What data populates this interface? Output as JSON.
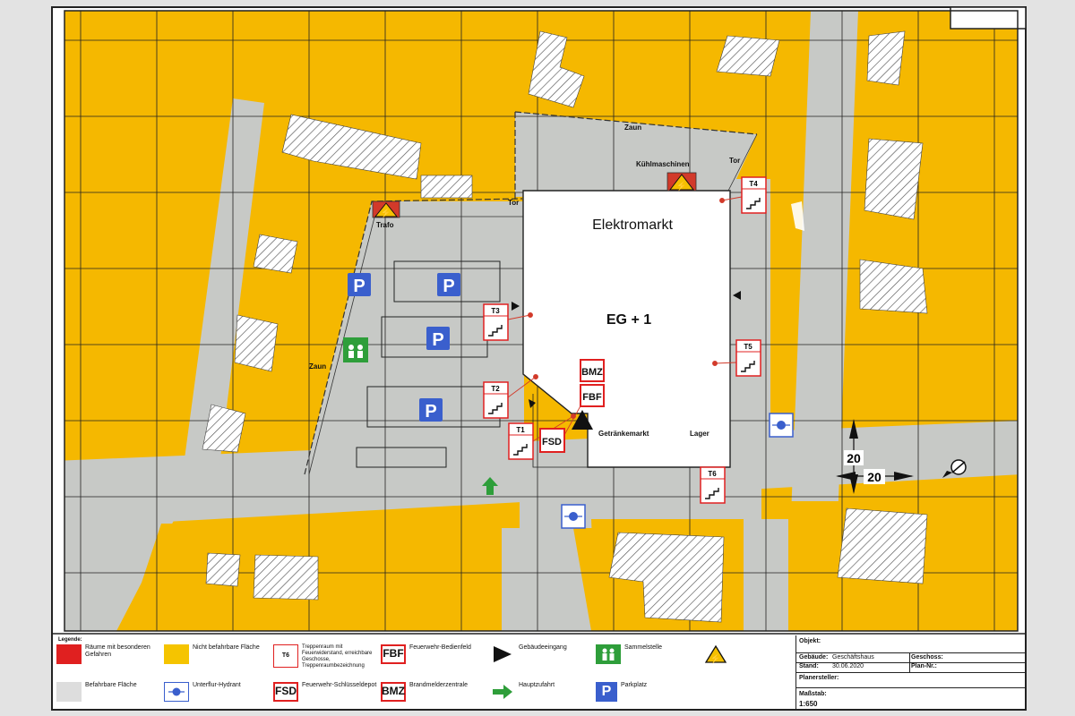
{
  "map": {
    "building_title": "Elektromarkt",
    "building_floors": "EG + 1",
    "sub_getraenke": "Getränkemarkt",
    "sub_lager": "Lager",
    "lbl_zaun_top": "Zaun",
    "lbl_zaun_left": "Zaun",
    "lbl_tor_left": "Tor",
    "lbl_tor_right": "Tor",
    "lbl_kuehl": "Kühlmaschinen",
    "lbl_trafo": "Trafo",
    "stair_t1": "T1",
    "stair_t2": "T2",
    "stair_t3": "T3",
    "stair_t4": "T4",
    "stair_t5": "T5",
    "stair_t6": "T6",
    "bmz": "BMZ",
    "fbf": "FBF",
    "fsd": "FSD",
    "parking": "P",
    "scale_bar_v": "20",
    "scale_bar_h": "20"
  },
  "legend": {
    "title": "Legende:",
    "items": {
      "besondere": "Räume mit besonderen Gefahren",
      "nicht_befahrbar": "Nicht befahrbare Fläche",
      "treppenraum": "Treppenraum mit Feuerwiderstand, erreichbare Geschosse, Treppenraumbezeichnung",
      "treppen_sym_top": "T6",
      "fbf_label": "Feuerwehr-Bedienfeld",
      "fbf_sym": "FBF",
      "eingang": "Gebäudeeingang",
      "sammel": "Sammelstelle",
      "befahrbar": "Befahrbare Fläche",
      "hydrant": "Unterflur-Hydrant",
      "fsd_label": "Feuerwehr-Schlüsseldepot",
      "fsd_sym": "FSD",
      "bmz_label": "Brandmelderzentrale",
      "bmz_sym": "BMZ",
      "zufahrt": "Hauptzufahrt",
      "parkplatz": "Parkplatz",
      "parkplatz_sym": "P"
    }
  },
  "info": {
    "objekt_k": "Objekt:",
    "gebaeude_k": "Gebäude:",
    "gebaeude_v": "Geschäftshaus",
    "geschoss_k": "Geschoss:",
    "stand_k": "Stand:",
    "stand_v": "30.06.2020",
    "plannr_k": "Plan-Nr.:",
    "planer_k": "Planersteller:",
    "massstab_k": "Maßstab:",
    "massstab_v": "1:650"
  },
  "colors": {
    "non_drivable": "#f5b800",
    "drivable": "#c7c9c6",
    "hazard_red": "#e02020",
    "parking_blue": "#3a5fcd",
    "assembly_green": "#2e9e3a"
  },
  "icons": [
    "electric-hazard-icon",
    "parking-icon",
    "hydrant-icon",
    "assembly-point-icon",
    "entrance-arrow-icon",
    "main-access-arrow-icon",
    "north-arrow-icon",
    "stair-icon"
  ]
}
